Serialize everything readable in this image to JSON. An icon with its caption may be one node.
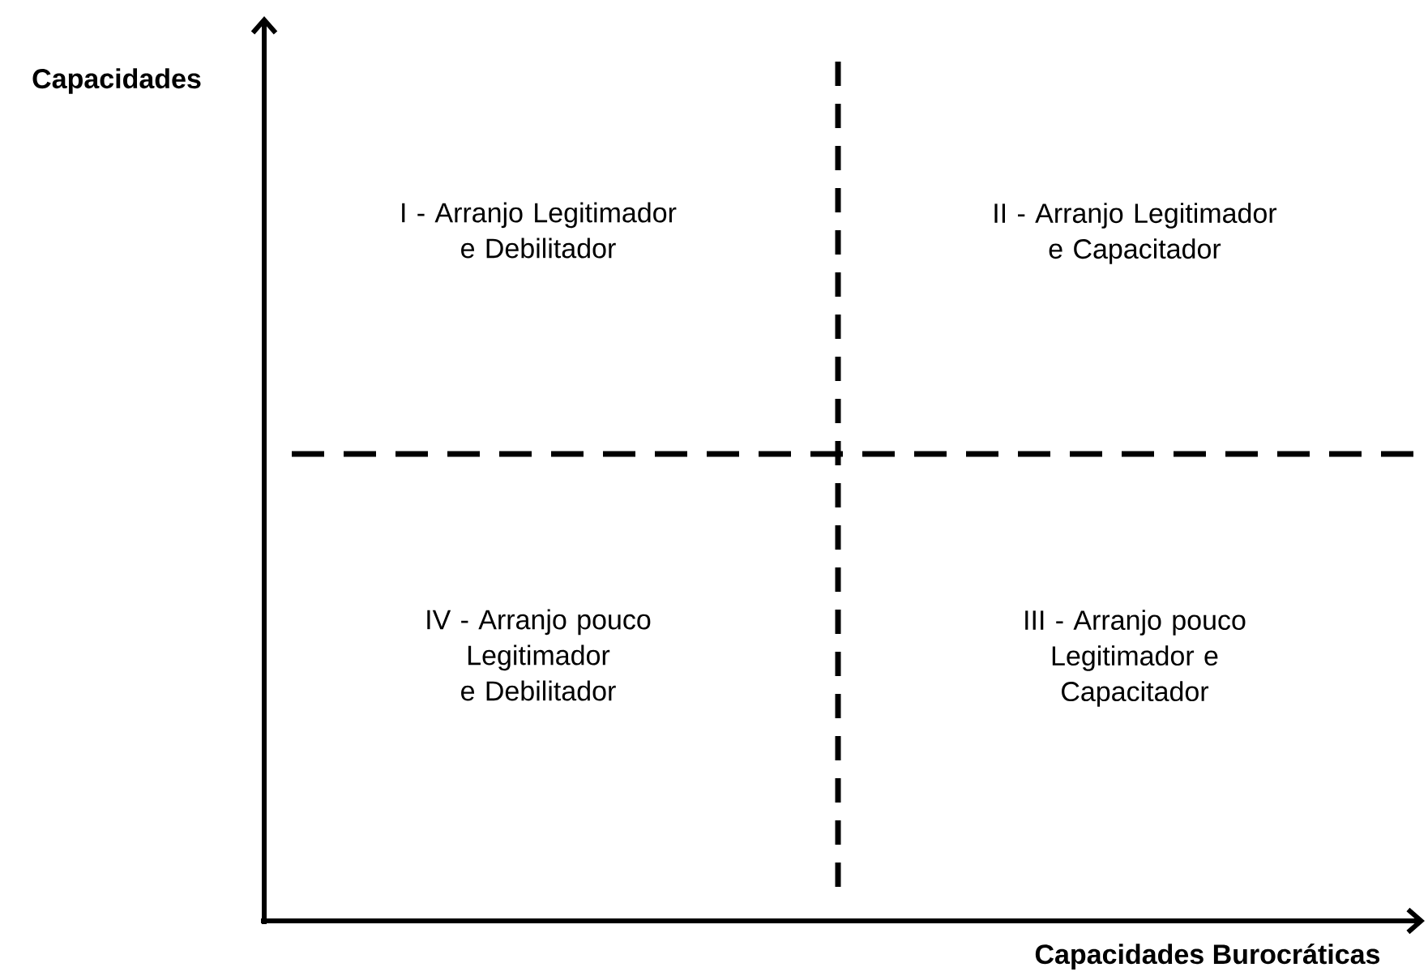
{
  "diagram": {
    "labels": [
      "Capacidades",
      "I - Arranjo Legitimador e Debilitador",
      "II - Arranjo Legitimador e Capacitador",
      "IV - Arranjo pouco Legitimador e Debilitador",
      "III - Arranjo pouco Legitimador e Capacitador",
      "Capacidades  Burocráticas"
    ]
  }
}
